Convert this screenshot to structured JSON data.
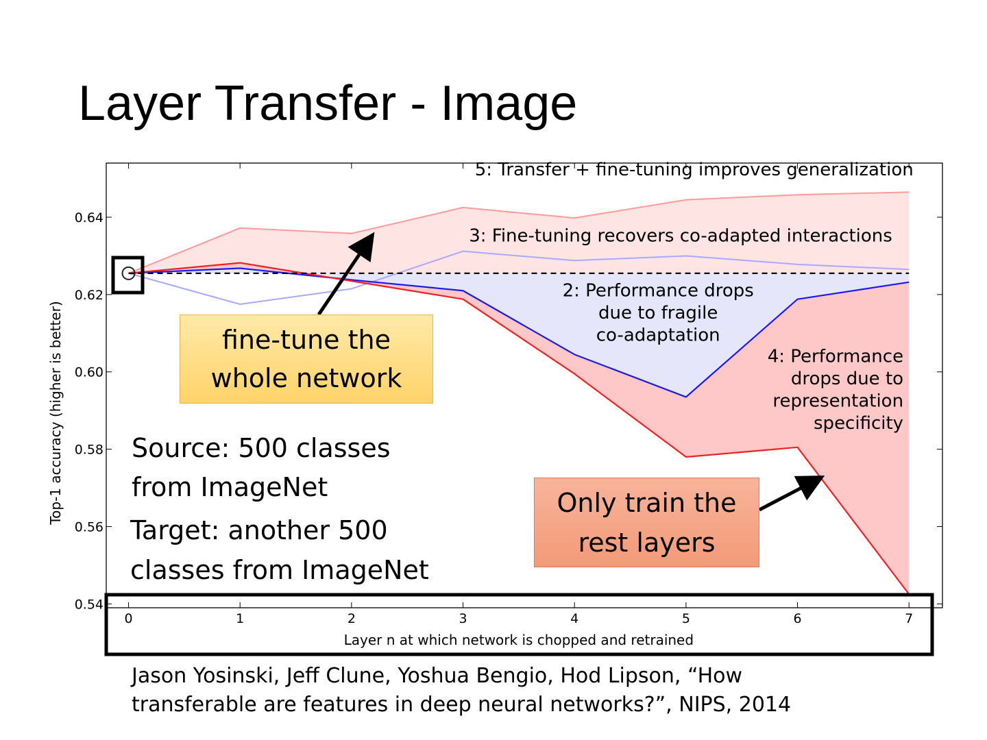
{
  "slide": {
    "title": "Layer Transfer - Image",
    "note_finetune": [
      "fine-tune the",
      "whole network"
    ],
    "note_train": [
      "Only train the",
      "rest layers"
    ],
    "source": [
      "Source: 500 classes",
      "from ImageNet"
    ],
    "target": [
      "Target: another 500",
      "classes from ImageNet"
    ],
    "citation": [
      "Jason Yosinski, Jeff Clune, Yoshua Bengio, Hod Lipson, “How",
      "transferable are features in deep neural networks?”, NIPS, 2014"
    ]
  },
  "chart_data": {
    "type": "line",
    "xlabel": "Layer n at which network is chopped and retrained",
    "ylabel": "Top-1 accuracy (higher is better)",
    "x": [
      0,
      1,
      2,
      3,
      4,
      5,
      6,
      7
    ],
    "xticks": [
      "0",
      "1",
      "2",
      "3",
      "4",
      "5",
      "6",
      "7"
    ],
    "yticks": [
      "0.54",
      "0.56",
      "0.58",
      "0.60",
      "0.62",
      "0.64"
    ],
    "xlim": [
      -0.2,
      7.3
    ],
    "ylim": [
      0.539,
      0.654
    ],
    "grid": false,
    "baseline": {
      "x": 0,
      "y": 0.6255
    },
    "series": [
      {
        "values": [
          0.6255,
          0.6372,
          0.6358,
          0.6425,
          0.6398,
          0.6445,
          0.6458,
          0.6465
        ],
        "color": "#ff9a9a"
      },
      {
        "values": [
          0.6255,
          0.6175,
          0.6215,
          0.6312,
          0.6288,
          0.63,
          0.6278,
          0.6265
        ],
        "color": "#a8a8ff"
      },
      {
        "values": [
          0.6255,
          0.6268,
          0.6238,
          0.621,
          0.6045,
          0.5935,
          0.6188,
          0.6232
        ],
        "color": "#1a1aee"
      },
      {
        "values": [
          0.6255,
          0.6282,
          0.6235,
          0.6188,
          0.5995,
          0.578,
          0.5805,
          0.5425
        ],
        "color": "#ee2222"
      }
    ],
    "annotations": [
      {
        "id": "a5",
        "lines": [
          "5: Transfer + fine-tuning improves generalization"
        ],
        "anchor": "end",
        "x": 7.04,
        "y": 0.6508
      },
      {
        "id": "a3",
        "lines": [
          "3: Fine-tuning recovers co-adapted interactions"
        ],
        "anchor": "end",
        "x": 6.85,
        "y": 0.6337
      },
      {
        "id": "a2",
        "lines": [
          "2: Performance drops",
          "due to fragile",
          "co-adaptation"
        ],
        "anchor": "middle",
        "x": 4.75,
        "y": 0.6195
      },
      {
        "id": "a4",
        "lines": [
          "4: Performance",
          "drops due to",
          "representation",
          "specificity"
        ],
        "anchor": "end",
        "x": 6.95,
        "y": 0.6025
      }
    ],
    "fills": {
      "upper": "#ffe4e4",
      "middle": "#e6e6fb",
      "lower": "#ffc8c8"
    }
  }
}
